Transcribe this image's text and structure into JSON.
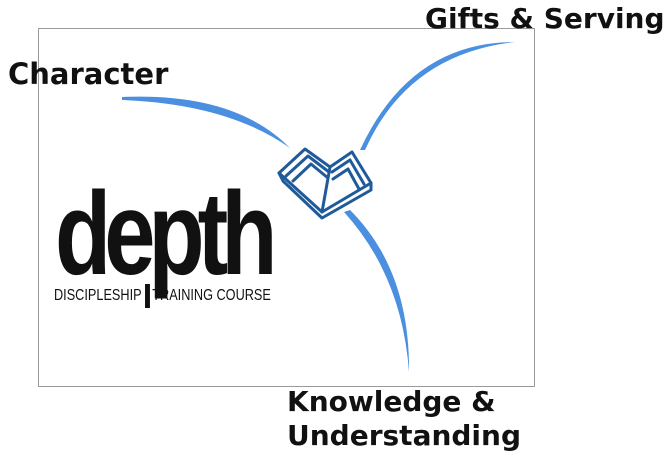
{
  "nodes": {
    "character": "Character",
    "gifts": "Gifts & Serving",
    "knowledge_line1": "Knowledge &",
    "knowledge_line2": "Understanding"
  },
  "logo": {
    "word": "depth",
    "sub_left": "DISCIPLESHIP",
    "sub_right": "TRAINING COURSE"
  },
  "colors": {
    "arc": "#4a8fe0",
    "book": "#1f5a9a",
    "text": "#111111",
    "frame_border": "#9a9a9a"
  },
  "icons": {
    "center": "open-book-icon"
  }
}
